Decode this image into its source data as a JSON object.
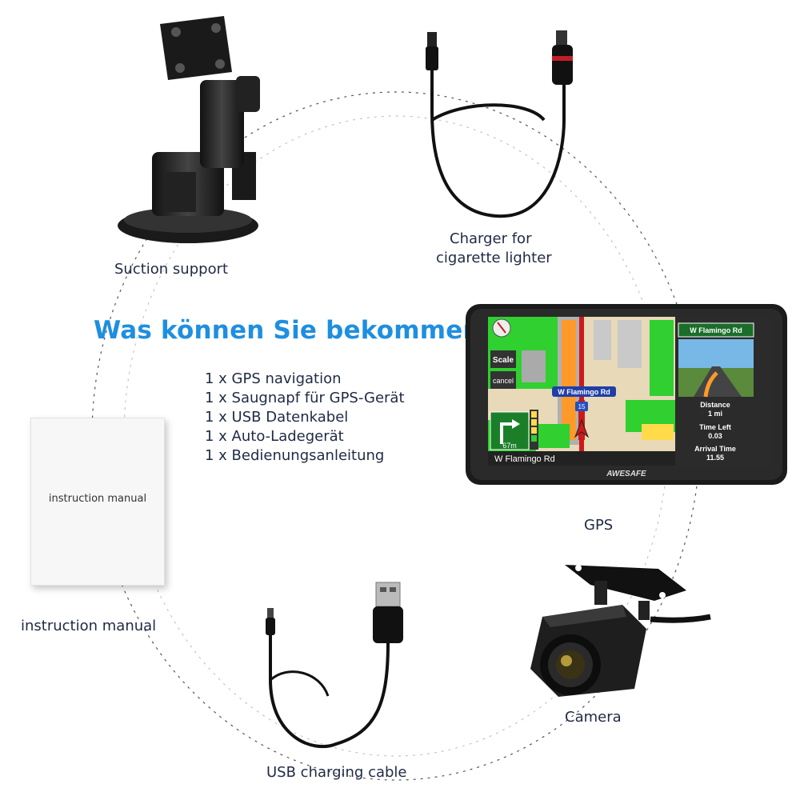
{
  "headline": "Was können Sie bekommen?",
  "contents": [
    "1 x GPS navigation",
    "1 x Saugnapf für GPS-Gerät",
    "1 x USB Datenkabel",
    "1 x Auto-Ladegerät",
    "1 x Bedienungsanleitung"
  ],
  "items": {
    "suction": "Suction support",
    "charger_line1": "Charger for",
    "charger_line2": "cigarette lighter",
    "gps": "GPS",
    "manual": "instruction manual",
    "usb": "USB charging cable",
    "camera": "Camera"
  },
  "manual_cover": "instruction manual",
  "gps_screen": {
    "brand": "AWESAFE",
    "street_top": "W Flamingo Rd",
    "map_street": "W Flamingo Rd",
    "street_bottom": "W Flamingo Rd",
    "scale_btn": "Scale",
    "cancel_btn": "cancel",
    "turn_distance": "67m",
    "route_shield": "15",
    "distance_label": "Distance",
    "distance_value": "1 mi",
    "time_left_label": "Time Left",
    "time_left_value": "0.03",
    "arrival_label": "Arrival Time",
    "arrival_value": "11.55"
  },
  "colors": {
    "headline": "#1e8fe0",
    "text": "#1f2a44",
    "route": "#cc1a1a",
    "map_green": "#2fd02f"
  }
}
